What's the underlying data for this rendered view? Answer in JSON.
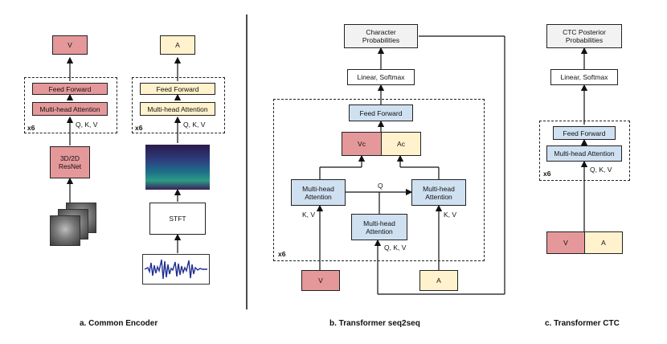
{
  "panels": {
    "a": {
      "caption": "a. Common Encoder",
      "video": {
        "output_label": "V",
        "feed_forward": "Feed Forward",
        "attention": "Multi-head Attention",
        "repeat": "x6",
        "qkv": "Q, K, V",
        "frontend": "3D/2D\nResNet"
      },
      "audio": {
        "output_label": "A",
        "feed_forward": "Feed Forward",
        "attention": "Multi-head Attention",
        "repeat": "x6",
        "qkv": "Q, K, V",
        "frontend": "STFT"
      }
    },
    "b": {
      "caption": "b. Transformer seq2seq",
      "output": "Character\nProbabilities",
      "linear": "Linear, Softmax",
      "feed_forward": "Feed Forward",
      "vc": "Vc",
      "ac": "Ac",
      "attn_left": "Multi-head\nAttention",
      "attn_right": "Multi-head\nAttention",
      "attn_center": "Multi-head\nAttention",
      "q_label": "Q",
      "kv_left": "K, V",
      "kv_right": "K, V",
      "qkv": "Q, K, V",
      "repeat": "x6",
      "input_v": "V",
      "input_a": "A"
    },
    "c": {
      "caption": "c. Transformer CTC",
      "output": "CTC Posterior\nProbabilities",
      "linear": "Linear, Softmax",
      "feed_forward": "Feed Forward",
      "attention": "Multi-head Attention",
      "repeat": "x6",
      "qkv": "Q, K, V",
      "input_v": "V",
      "input_a": "A"
    }
  },
  "colors": {
    "video": "#e5989a",
    "audio": "#fff2cc",
    "attention": "#cfe0f1",
    "output": "#f2f2f2"
  }
}
